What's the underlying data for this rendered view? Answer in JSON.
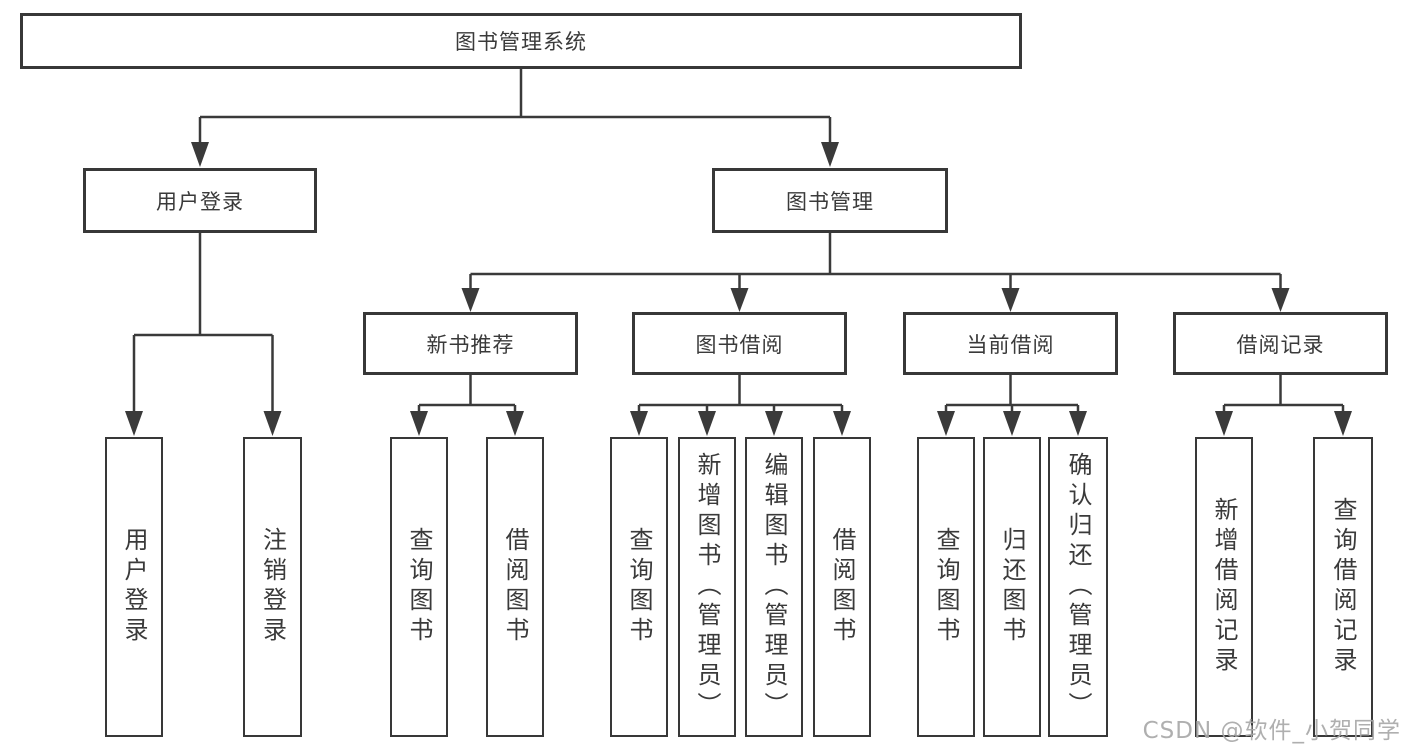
{
  "diagram": {
    "root": {
      "label": "图书管理系统"
    },
    "branches": [
      {
        "label": "用户登录",
        "children": [
          {
            "label": "用户登录"
          },
          {
            "label": "注销登录"
          }
        ]
      },
      {
        "label": "图书管理",
        "children": [
          {
            "label": "新书推荐",
            "children": [
              {
                "label": "查询图书"
              },
              {
                "label": "借阅图书"
              }
            ]
          },
          {
            "label": "图书借阅",
            "children": [
              {
                "label": "查询图书"
              },
              {
                "label": "新增图书（管理员）"
              },
              {
                "label": "编辑图书（管理员）"
              },
              {
                "label": "借阅图书"
              }
            ]
          },
          {
            "label": "当前借阅",
            "children": [
              {
                "label": "查询图书"
              },
              {
                "label": "归还图书"
              },
              {
                "label": "确认归还（管理员）"
              }
            ]
          },
          {
            "label": "借阅记录",
            "children": [
              {
                "label": "新增借阅记录"
              },
              {
                "label": "查询借阅记录"
              }
            ]
          }
        ]
      }
    ]
  },
  "watermark": {
    "text": "CSDN @软件_小贺同学"
  },
  "colors": {
    "line": "#3a3a3a",
    "box_border": "#383838",
    "text": "#3a3a3a",
    "background": "#ffffff",
    "watermark": "#a8a8a8"
  }
}
